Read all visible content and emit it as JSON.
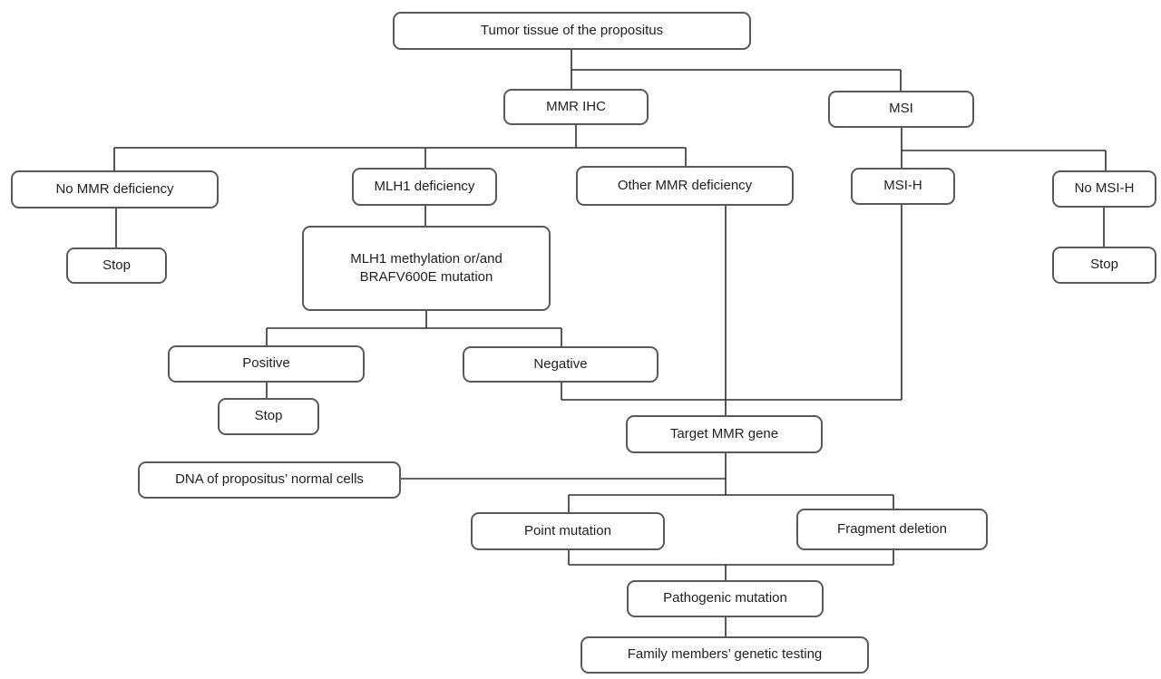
{
  "figure": {
    "background_color": "#ffffff",
    "line_color": "#2f2f2f",
    "box_border_color": "#595959",
    "text_color": "#1f1f1f"
  },
  "nodes": {
    "tumor_tissue": "Tumor tissue of the propositus",
    "mmr_ihc": "MMR IHC",
    "msi": "MSI",
    "no_mmr_deficiency": "No MMR deficiency",
    "stop_after_no_mmr": "Stop",
    "mlh1_deficiency": "MLH1 deficiency",
    "mlh1_methylation_line1": "MLH1 methylation or/and",
    "mlh1_methylation_line2": "BRAFV600E mutation",
    "other_mmr_deficiency": "Other MMR deficiency",
    "msi_h": "MSI-H",
    "no_msi_h": "No MSI-H",
    "stop_after_no_msi_h": "Stop",
    "positive": "Positive",
    "negative": "Negative",
    "stop_after_positive": "Stop",
    "target_mmr_gene": "Target MMR gene",
    "dna_normal_cells": "DNA of propositus’ normal cells",
    "point_mutation": "Point mutation",
    "fragment_deletion": "Fragment deletion",
    "pathogenic_mutation": "Pathogenic mutation",
    "family_testing": "Family members’ genetic testing"
  }
}
